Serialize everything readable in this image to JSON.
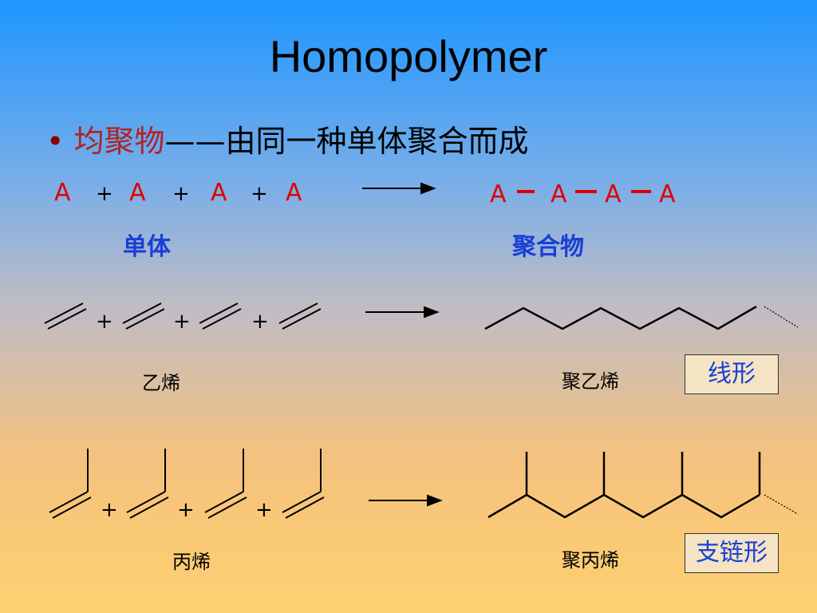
{
  "title": "Homopolymer",
  "bullet": {
    "symbol": "•",
    "term": "均聚物",
    "dash": "——",
    "definition": "由同一种单体聚合而成"
  },
  "scheme": {
    "monomer_letter": "A",
    "plus": "+",
    "bond": "−",
    "monomer_label": "单体",
    "polymer_label": "聚合物"
  },
  "reaction1": {
    "plus": "+",
    "monomer_name": "乙烯",
    "polymer_name": "聚乙烯",
    "shape_label": "线形"
  },
  "reaction2": {
    "plus": "+",
    "monomer_name": "丙烯",
    "polymer_name": "聚丙烯",
    "shape_label": "支链形"
  },
  "colors": {
    "accent_red": "#e00000",
    "label_blue": "#1a3fd6",
    "box_fill": "#f4e4c4"
  }
}
